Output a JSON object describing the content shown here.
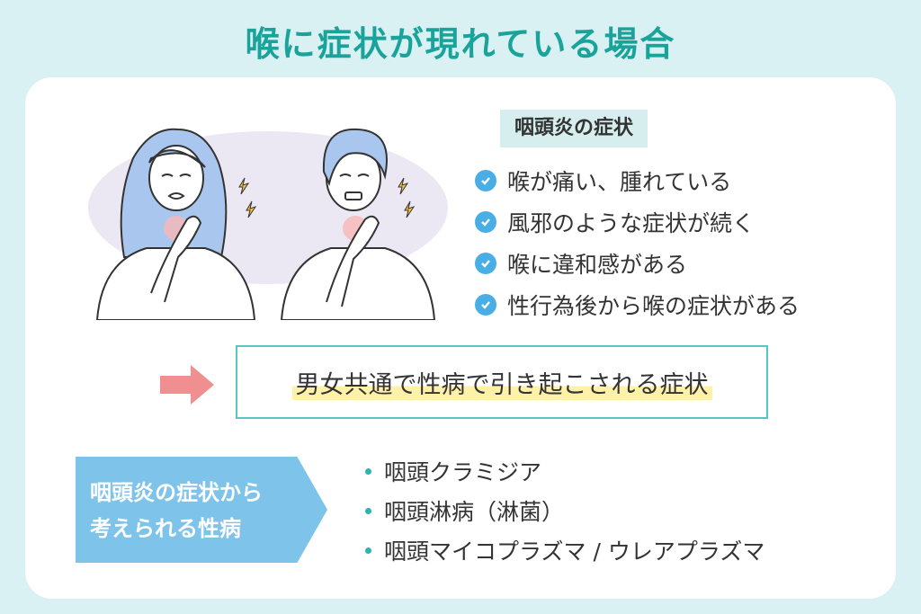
{
  "title": "喉に症状が現れている場合",
  "symptoms": {
    "heading": "咽頭炎の症状",
    "items": [
      "喉が痛い、腫れている",
      "風邪のような症状が続く",
      "喉に違和感がある",
      "性行為後から喉の症状がある"
    ]
  },
  "result": {
    "text": "男女共通で性病で引き起こされる症状"
  },
  "diseases": {
    "tag_lines": [
      "咽頭炎の症状から",
      "考えられる性病"
    ],
    "items": [
      "咽頭クラミジア",
      "咽頭淋病（淋菌）",
      "咽頭マイコプラズマ / ウレアプラズマ"
    ]
  },
  "colors": {
    "background": "#d9f1f2",
    "title": "#1aa39a",
    "check": "#4aaee6",
    "arrow": "#f08f8f",
    "tag": "#7ec3ea",
    "result_border": "#59c4c0",
    "highlight": "#fff1a8"
  }
}
